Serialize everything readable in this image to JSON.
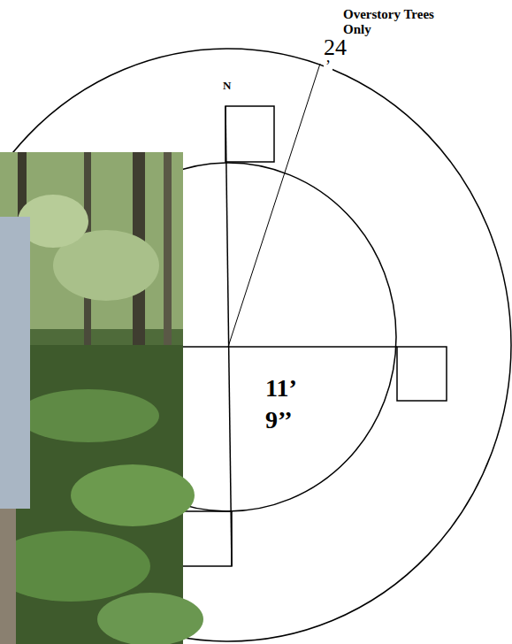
{
  "diagram": {
    "title": "Overstory Trees Only",
    "labels": [
      "N",
      "24",
      "’",
      "11’",
      "9’’"
    ]
  }
}
